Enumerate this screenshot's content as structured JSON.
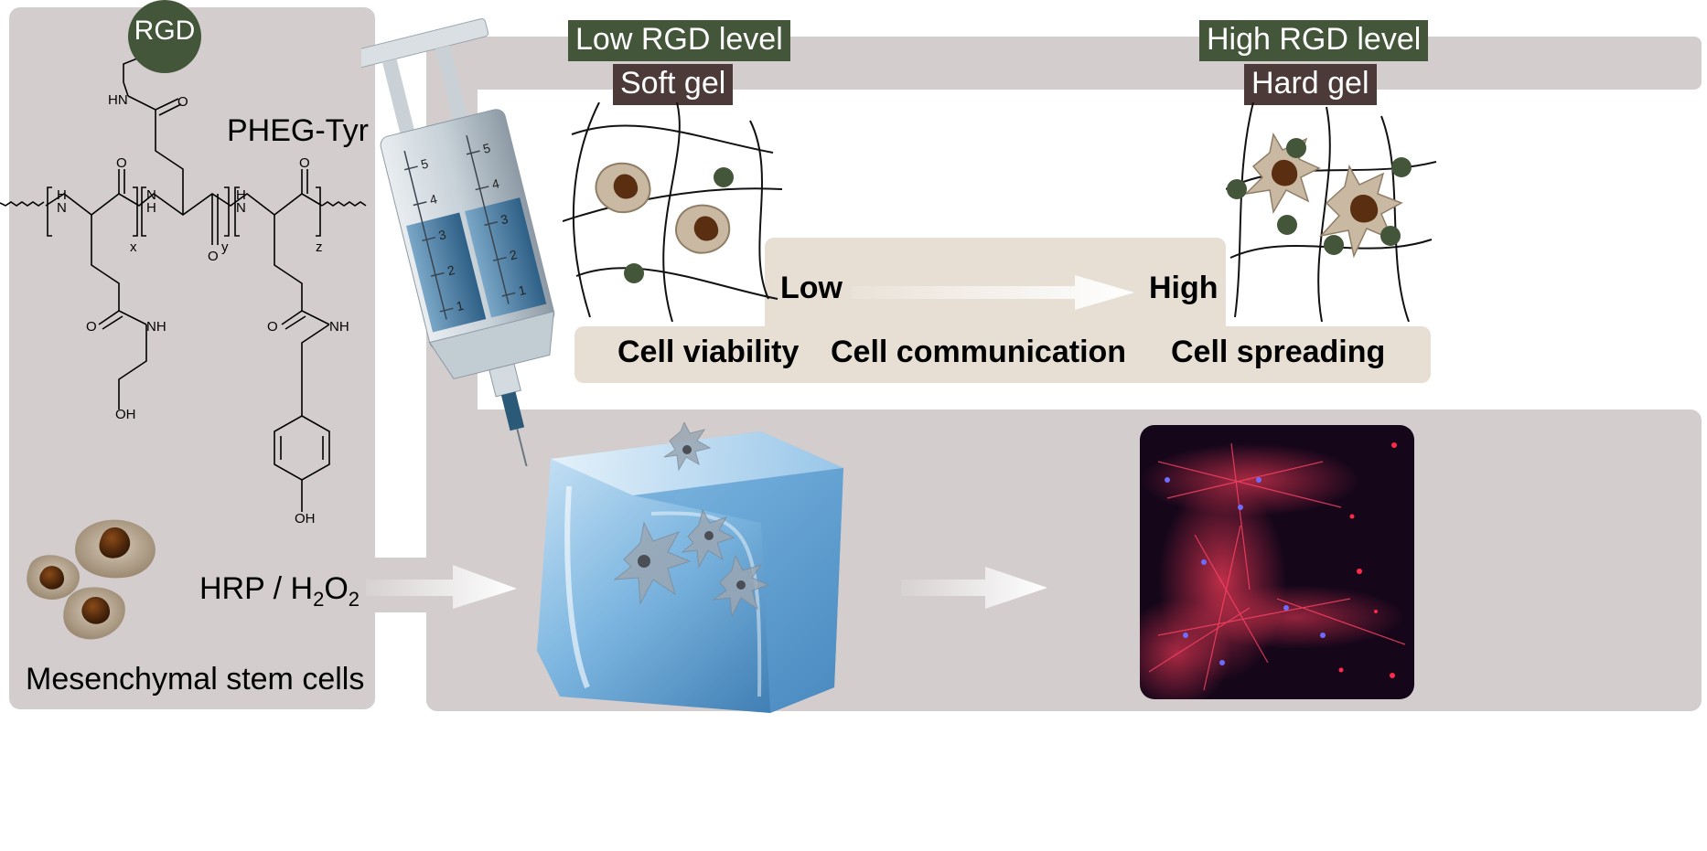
{
  "polymer": {
    "rgd_label": "RGD",
    "name": "PHEG-Tyr",
    "subscripts": {
      "x": "x",
      "y": "y",
      "z": "z"
    },
    "atoms": {
      "nh": "NH",
      "hn": "HN",
      "o": "O",
      "oh": "OH",
      "n": "N",
      "h": "H"
    }
  },
  "cells_label": "Mesenchymal stem cells",
  "crosslinker": {
    "prefix": "HRP / H",
    "sub1": "2",
    "mid": "O",
    "sub2": "2"
  },
  "low_side": {
    "rgd_tag": "Low RGD level",
    "gel_tag": "Soft gel"
  },
  "high_side": {
    "rgd_tag": "High RGD level",
    "gel_tag": "Hard gel"
  },
  "scale": {
    "low": "Low",
    "high": "High"
  },
  "properties": [
    "Cell viability",
    "Cell communication",
    "Cell spreading"
  ],
  "syringe_marks": [
    "1",
    "2",
    "3",
    "4",
    "5"
  ],
  "colors": {
    "panel": "#d3cdcd",
    "rgd_green": "#44563a",
    "gel_brown": "#4b3a38",
    "beige_band": "#e7dfd4",
    "ice_blue": "#5a9fd0"
  }
}
